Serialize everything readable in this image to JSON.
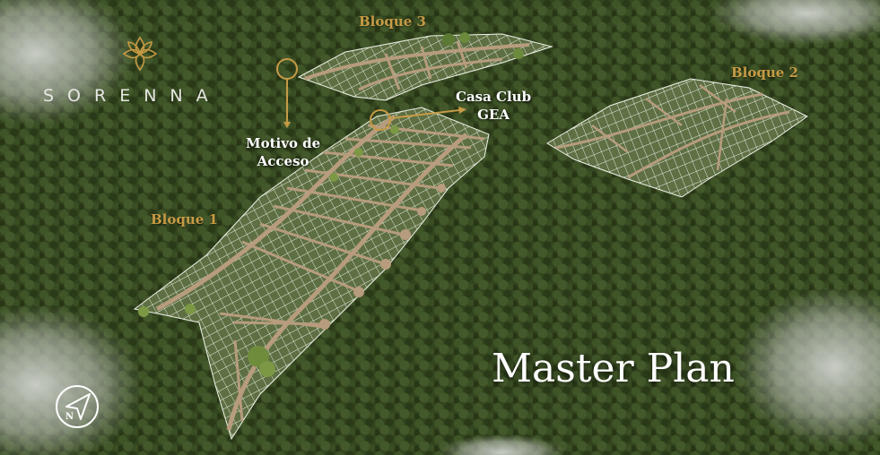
{
  "brand": {
    "name": "SORENNA",
    "logo_icon": "lotus-flower-icon"
  },
  "title": "Master Plan",
  "labels": {
    "bloque_3": "Bloque 3",
    "bloque_2": "Bloque 2",
    "bloque_1": "Bloque 1",
    "motivo_line1": "Motivo de",
    "motivo_line2": "Acceso",
    "casa_line1": "Casa Club",
    "casa_line2": "GEA"
  },
  "compass": {
    "icon": "north-arrow-compass-icon",
    "letter": "N"
  },
  "colors": {
    "gold": "#c79b45",
    "forest": "#34461f",
    "lots": "#5d6e42",
    "road": "#b79c7e"
  }
}
